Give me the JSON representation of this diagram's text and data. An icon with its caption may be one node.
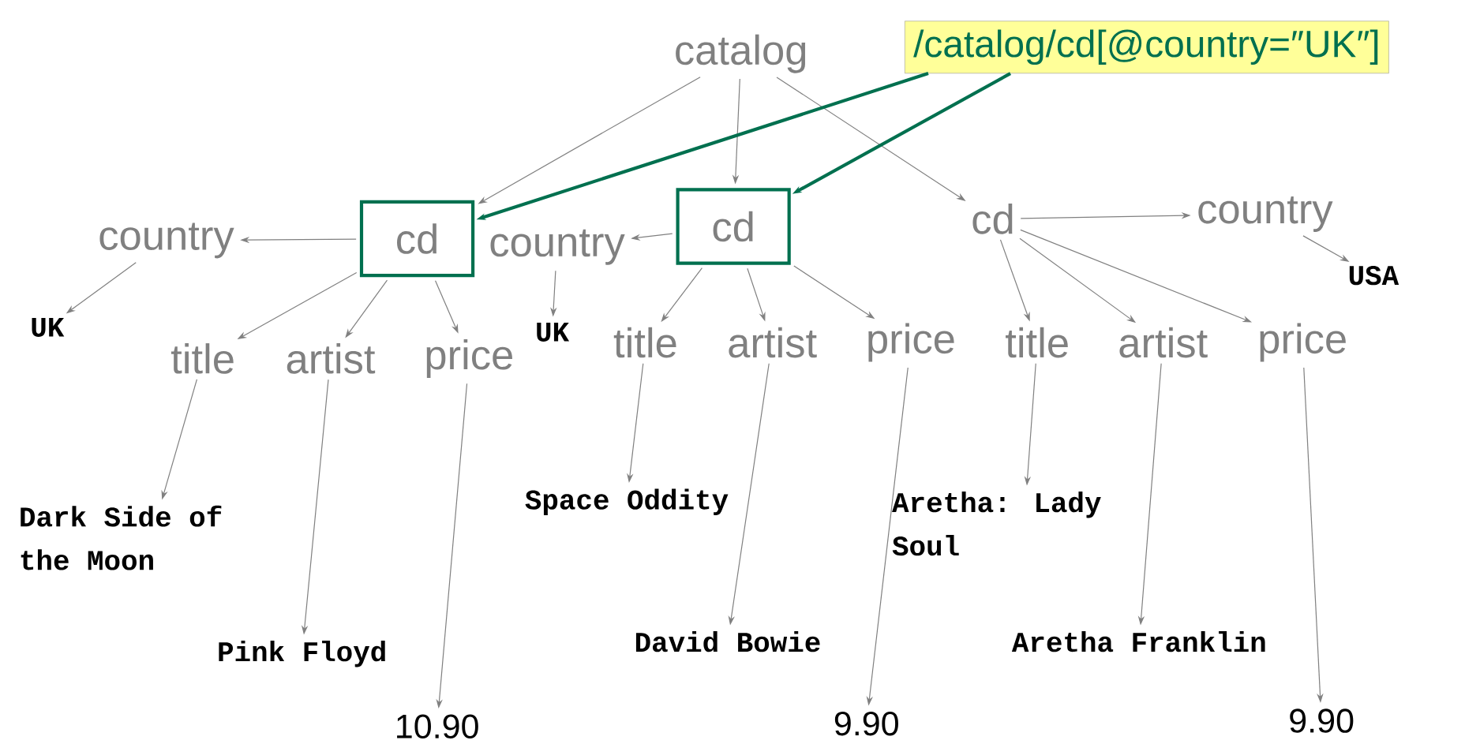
{
  "diagram": {
    "nodes": [
      {
        "text": [
          "catalog"
        ]
      },
      {
        "text": [
          "/catalog/cd[@country=″UK″]"
        ]
      },
      {
        "text": [
          "cd"
        ]
      },
      {
        "text": [
          "country"
        ]
      },
      {
        "text": [
          "UK"
        ]
      },
      {
        "text": [
          "title"
        ]
      },
      {
        "text": [
          "artist"
        ]
      },
      {
        "text": [
          "price"
        ]
      },
      {
        "text": [
          "Dark Side of the Moon"
        ]
      },
      {
        "text": [
          "Pink Floyd"
        ]
      },
      {
        "text": [
          "10.90"
        ]
      },
      {
        "text": [
          "cd"
        ]
      },
      {
        "text": [
          "country"
        ]
      },
      {
        "text": [
          "UK"
        ]
      },
      {
        "text": [
          "title"
        ]
      },
      {
        "text": [
          "artist"
        ]
      },
      {
        "text": [
          "price"
        ]
      },
      {
        "text": [
          "Space Oddity"
        ]
      },
      {
        "text": [
          "David Bowie"
        ]
      },
      {
        "text": [
          "9.90"
        ]
      },
      {
        "text": [
          "cd"
        ]
      },
      {
        "text": [
          "country"
        ]
      },
      {
        "text": [
          "USA"
        ]
      },
      {
        "text": [
          "title"
        ]
      },
      {
        "text": [
          "artist"
        ]
      },
      {
        "text": [
          "price"
        ]
      },
      {
        "text": [
          "Aretha: Lady Soul"
        ]
      },
      {
        "text": [
          "Aretha Franklin"
        ]
      },
      {
        "text": [
          "9.90"
        ]
      }
    ],
    "edges": [
      {
        "from": 0,
        "to": 2,
        "arrow": "to"
      },
      {
        "from": 0,
        "to": 11,
        "arrow": "to"
      },
      {
        "from": 0,
        "to": 20,
        "arrow": "to"
      },
      {
        "from": 1,
        "to": 2,
        "arrow": "to",
        "style": "thick",
        "color": "#00704f"
      },
      {
        "from": 1,
        "to": 11,
        "arrow": "to",
        "style": "thick",
        "color": "#00704f"
      },
      {
        "from": 2,
        "to": 3,
        "arrow": "to"
      },
      {
        "from": 3,
        "to": 4,
        "arrow": "to"
      },
      {
        "from": 2,
        "to": 5,
        "arrow": "to"
      },
      {
        "from": 2,
        "to": 6,
        "arrow": "to"
      },
      {
        "from": 2,
        "to": 7,
        "arrow": "to"
      },
      {
        "from": 5,
        "to": 8,
        "arrow": "to"
      },
      {
        "from": 6,
        "to": 9,
        "arrow": "to"
      },
      {
        "from": 7,
        "to": 10,
        "arrow": "to"
      },
      {
        "from": 11,
        "to": 12,
        "arrow": "to"
      },
      {
        "from": 12,
        "to": 13,
        "arrow": "to"
      },
      {
        "from": 11,
        "to": 14,
        "arrow": "to"
      },
      {
        "from": 11,
        "to": 15,
        "arrow": "to"
      },
      {
        "from": 11,
        "to": 16,
        "arrow": "to"
      },
      {
        "from": 14,
        "to": 17,
        "arrow": "to"
      },
      {
        "from": 15,
        "to": 18,
        "arrow": "to"
      },
      {
        "from": 16,
        "to": 19,
        "arrow": "to"
      },
      {
        "from": 20,
        "to": 21,
        "arrow": "to"
      },
      {
        "from": 21,
        "to": 22,
        "arrow": "to"
      },
      {
        "from": 20,
        "to": 23,
        "arrow": "to"
      },
      {
        "from": 20,
        "to": 24,
        "arrow": "to"
      },
      {
        "from": 20,
        "to": 25,
        "arrow": "to"
      },
      {
        "from": 23,
        "to": 26,
        "arrow": "to"
      },
      {
        "from": 24,
        "to": 27,
        "arrow": "to"
      },
      {
        "from": 25,
        "to": 28,
        "arrow": "to"
      }
    ]
  }
}
